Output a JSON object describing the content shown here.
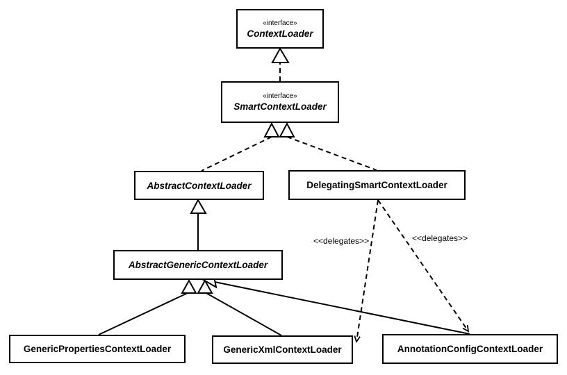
{
  "classes": [
    {
      "stereotype": "«interface»",
      "name": "ContextLoader",
      "abstract": true
    },
    {
      "stereotype": "«interface»",
      "name": "SmartContextLoader",
      "abstract": true
    },
    {
      "name": "AbstractContextLoader",
      "abstract": true
    },
    {
      "name": "DelegatingSmartContextLoader",
      "abstract": false
    },
    {
      "name": "AbstractGenericContextLoader",
      "abstract": true
    },
    {
      "name": "GenericPropertiesContextLoader",
      "abstract": false
    },
    {
      "name": "GenericXmlContextLoader",
      "abstract": false
    },
    {
      "name": "AnnotationConfigContextLoader",
      "abstract": false
    }
  ],
  "relationships": [
    {
      "type": "realization",
      "from": "SmartContextLoader",
      "to": "ContextLoader"
    },
    {
      "type": "realization",
      "from": "AbstractContextLoader",
      "to": "SmartContextLoader"
    },
    {
      "type": "realization",
      "from": "DelegatingSmartContextLoader",
      "to": "SmartContextLoader"
    },
    {
      "type": "generalization",
      "from": "AbstractGenericContextLoader",
      "to": "AbstractContextLoader"
    },
    {
      "type": "generalization",
      "from": "GenericPropertiesContextLoader",
      "to": "AbstractGenericContextLoader"
    },
    {
      "type": "generalization",
      "from": "GenericXmlContextLoader",
      "to": "AbstractGenericContextLoader"
    },
    {
      "type": "generalization",
      "from": "AnnotationConfigContextLoader",
      "to": "AbstractGenericContextLoader"
    },
    {
      "type": "dependency",
      "from": "DelegatingSmartContextLoader",
      "to": "GenericXmlContextLoader",
      "label": "<<delegates>>"
    },
    {
      "type": "dependency",
      "from": "DelegatingSmartContextLoader",
      "to": "AnnotationConfigContextLoader",
      "label": "<<delegates>>"
    }
  ],
  "colors": {
    "background": "#ffffff",
    "line": "#000000",
    "box_fill": "#ffffff",
    "text": "#000000"
  }
}
